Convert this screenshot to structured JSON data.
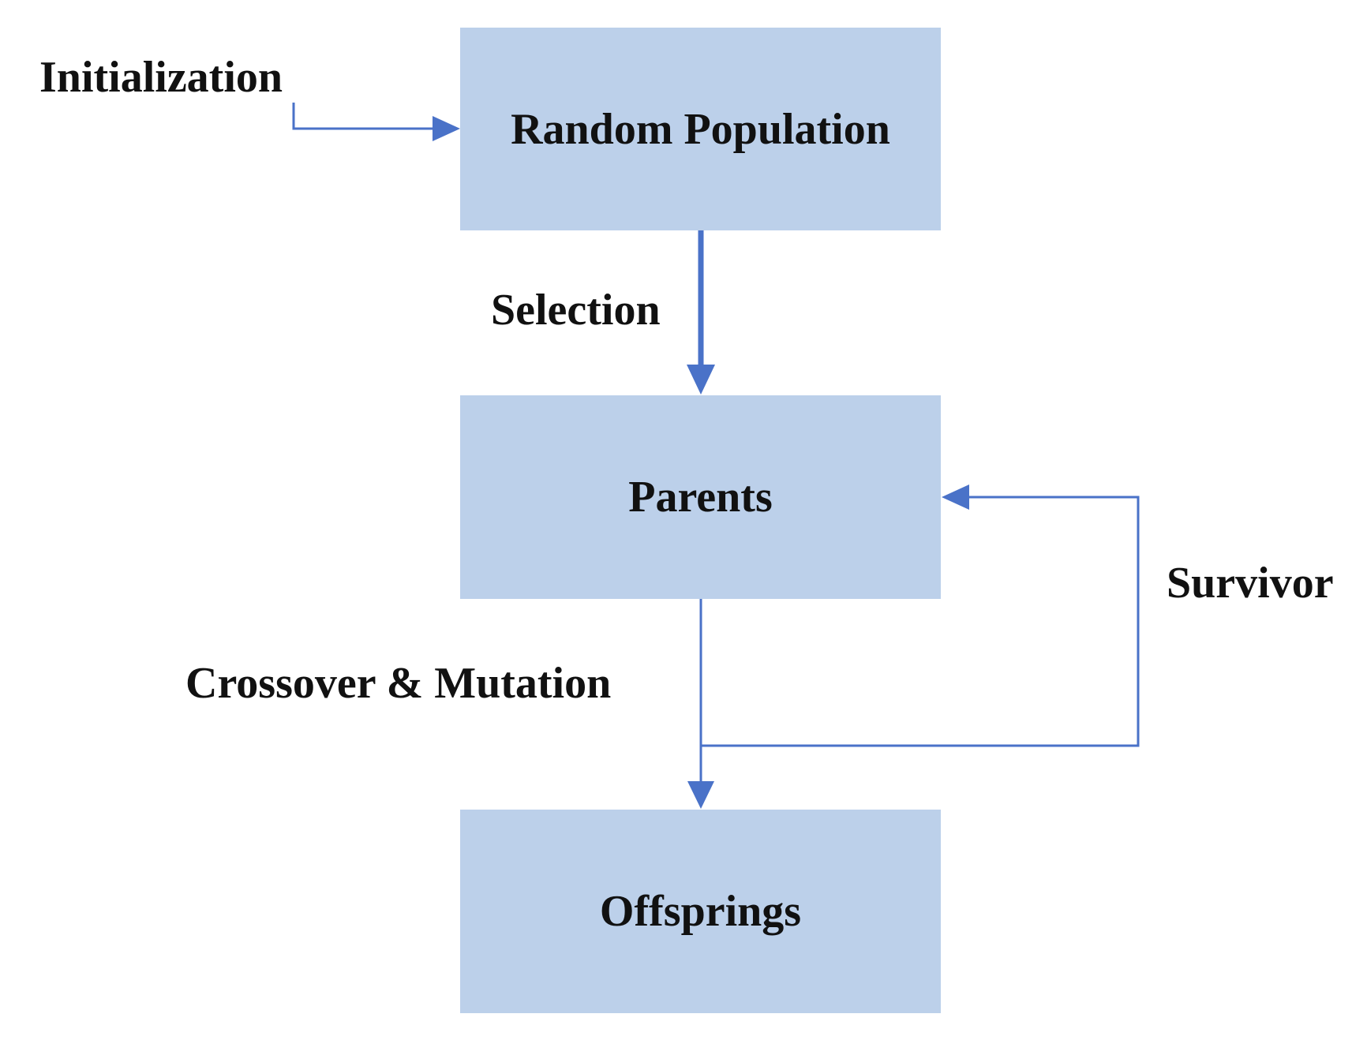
{
  "colors": {
    "box_fill": "#bcd0ea",
    "arrow": "#4a72c8",
    "text": "#111111",
    "background": "#ffffff"
  },
  "nodes": {
    "random_population": "Random Population",
    "parents": "Parents",
    "offsprings": "Offsprings"
  },
  "edge_labels": {
    "initialization": "Initialization",
    "selection": "Selection",
    "crossover_mutation": "Crossover & Mutation",
    "survivor": "Survivor"
  }
}
